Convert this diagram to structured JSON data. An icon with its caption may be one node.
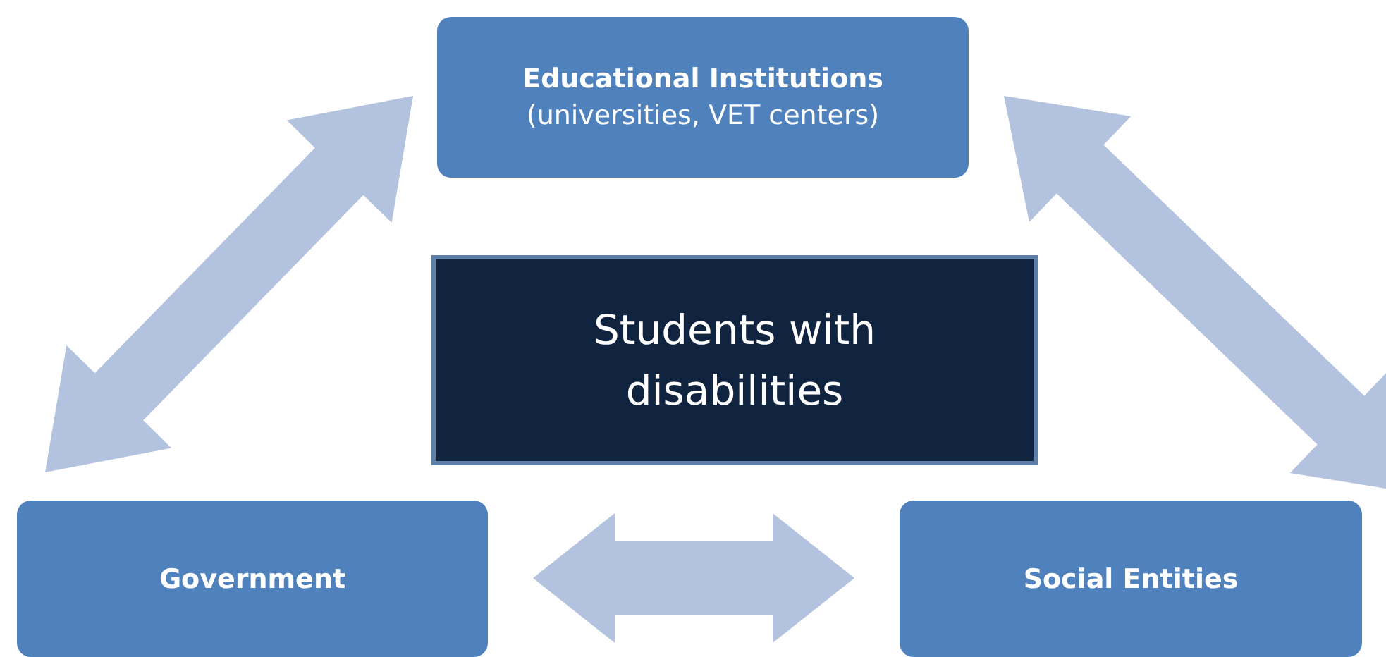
{
  "diagram": {
    "nodes": [
      {
        "text": [
          "Educational Institutions",
          "(universities, VET centers)"
        ]
      },
      {
        "text": [
          "Students with disabilities"
        ]
      },
      {
        "text": [
          "Government"
        ]
      },
      {
        "text": [
          "Social Entities"
        ]
      }
    ],
    "edges": [
      {
        "from": 0,
        "to": 2,
        "arrow": "both"
      },
      {
        "from": 0,
        "to": 3,
        "arrow": "both"
      },
      {
        "from": 2,
        "to": 3,
        "arrow": "both"
      }
    ]
  }
}
